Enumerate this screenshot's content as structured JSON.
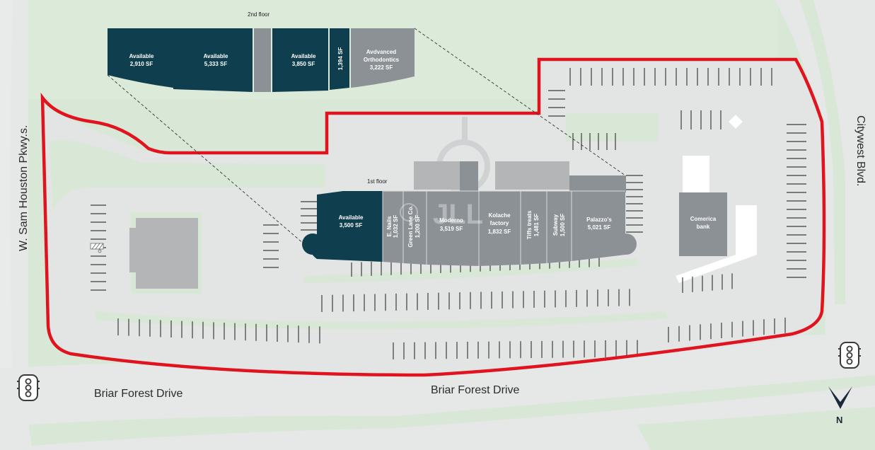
{
  "roads": {
    "left_road": "W. Sam Houston Pkwy.s.",
    "right_road": "Citywest Blvd.",
    "bottom_left_road": "Briar Forest Drive",
    "bottom_center_road": "Briar Forest Drive"
  },
  "floors": {
    "second_floor_label": "2nd floor",
    "first_floor_label": "1st floor"
  },
  "second_floor_units": [
    {
      "name": "Available",
      "size": "2,910 SF",
      "status": "available"
    },
    {
      "name": "Available",
      "size": "5,333 SF",
      "status": "available"
    },
    {
      "name": "",
      "size": "",
      "status": "common"
    },
    {
      "name": "Available",
      "size": "3,850 SF",
      "status": "available"
    },
    {
      "name": "",
      "size": "1,394 SF",
      "status": "available"
    },
    {
      "name": "Avdvanced Orthodontics",
      "name_line1": "Avdvanced",
      "name_line2": "Orthodontics",
      "size": "3,222 SF",
      "status": "leased"
    }
  ],
  "first_floor_units": [
    {
      "name": "Available",
      "size": "3,500 SF",
      "status": "available"
    },
    {
      "name": "E. Nails",
      "size": "1,032 SF",
      "status": "leased"
    },
    {
      "name": "Green Lane Co.",
      "size": "1,200 SF",
      "status": "leased"
    },
    {
      "name": "Moderno",
      "size": "3,519 SF",
      "status": "leased"
    },
    {
      "name": "Kolache factory",
      "name_line1": "Kolache",
      "name_line2": "factory",
      "size": "1,832 SF",
      "status": "leased"
    },
    {
      "name": "Tiffs treats",
      "size": "1,481 SF",
      "status": "leased"
    },
    {
      "name": "Subway",
      "size": "1,500 SF",
      "status": "leased"
    },
    {
      "name": "Palazzo's",
      "size": "5,021 SF",
      "status": "leased"
    }
  ],
  "pad_site": {
    "name_line1": "Comerica",
    "name_line2": "bank"
  },
  "compass": {
    "label": "N"
  },
  "watermark": {
    "text": "JLL"
  },
  "icons": [
    "traffic-light-icon",
    "north-arrow-icon",
    "disabled-parking-icon"
  ],
  "colors": {
    "available": "#0f3e4e",
    "leased": "#8c9196",
    "property_boundary": "#e0141e",
    "grass": "#d9e8d6",
    "pavement": "#e3e4e4",
    "building_grey": "#b3b5b7"
  }
}
